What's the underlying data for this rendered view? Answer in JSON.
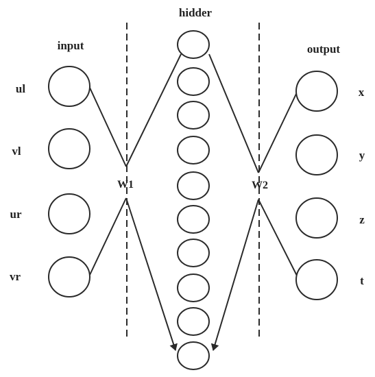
{
  "headers": {
    "input": "input",
    "hidden": "hidder",
    "output": "output"
  },
  "input_nodes": [
    "ul",
    "vl",
    "ur",
    "vr"
  ],
  "output_nodes": [
    "x",
    "y",
    "z",
    "t"
  ],
  "hidden_layer": {
    "node_count": 10
  },
  "weights": {
    "w1": "W1",
    "w2": "W2"
  },
  "colors": {
    "stroke": "#2a2a2a",
    "background": "#ffffff",
    "text": "#222222"
  }
}
